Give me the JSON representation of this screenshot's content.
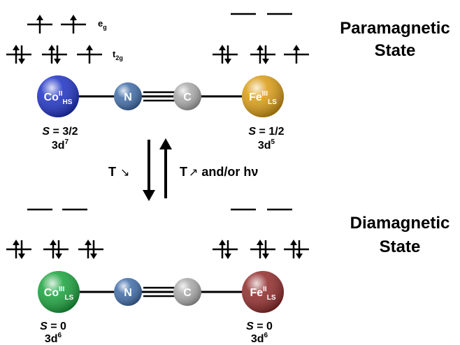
{
  "states": [
    {
      "state_label": [
        "Paramagnetic",
        "State"
      ],
      "co": {
        "symbol": "Co",
        "ox": "II",
        "spin": "HS",
        "color": "#1b2fc4"
      },
      "fe": {
        "symbol": "Fe",
        "ox": "III",
        "spin": "LS",
        "color": "#d99a10"
      },
      "co_spin": {
        "prefix": "S",
        "value": " = 3/2"
      },
      "co_config": {
        "base": "3d",
        "exp": "7"
      },
      "fe_spin": {
        "prefix": "S",
        "value": " = 1/2"
      },
      "fe_config": {
        "base": "3d",
        "exp": "5"
      },
      "co_orbitals": {
        "eg": [
          "up",
          "up"
        ],
        "t2g": [
          "pair",
          "pair",
          "up"
        ]
      },
      "fe_orbitals": {
        "eg": [
          "empty",
          "empty"
        ],
        "t2g": [
          "pair",
          "pair",
          "up"
        ]
      },
      "eg_label": {
        "base": "e",
        "sub": "g"
      },
      "t2g_label": {
        "base": "t",
        "sub": "2g"
      }
    },
    {
      "state_label": [
        "Diamagnetic",
        "State"
      ],
      "co": {
        "symbol": "Co",
        "ox": "III",
        "spin": "LS",
        "color": "#17a23a"
      },
      "fe": {
        "symbol": "Fe",
        "ox": "II",
        "spin": "LS",
        "color": "#8f2828"
      },
      "co_spin": {
        "prefix": "S",
        "value": " = 0"
      },
      "co_config": {
        "base": "3d",
        "exp": "6"
      },
      "fe_spin": {
        "prefix": "S",
        "value": " = 0"
      },
      "fe_config": {
        "base": "3d",
        "exp": "6"
      },
      "co_orbitals": {
        "eg": [
          "empty",
          "empty"
        ],
        "t2g": [
          "pair",
          "pair",
          "pair"
        ]
      },
      "fe_orbitals": {
        "eg": [
          "empty",
          "empty"
        ],
        "t2g": [
          "pair",
          "pair",
          "pair"
        ]
      }
    }
  ],
  "bridge": {
    "n_label": "N",
    "c_label": "C",
    "n_color": "#3d6aa6",
    "c_color": "#a8a8a8"
  },
  "transition": {
    "down_label": "T",
    "down_glyph": "↘",
    "up_label": "T",
    "up_glyph": "↗",
    "up_suffix": " and/or hν"
  }
}
